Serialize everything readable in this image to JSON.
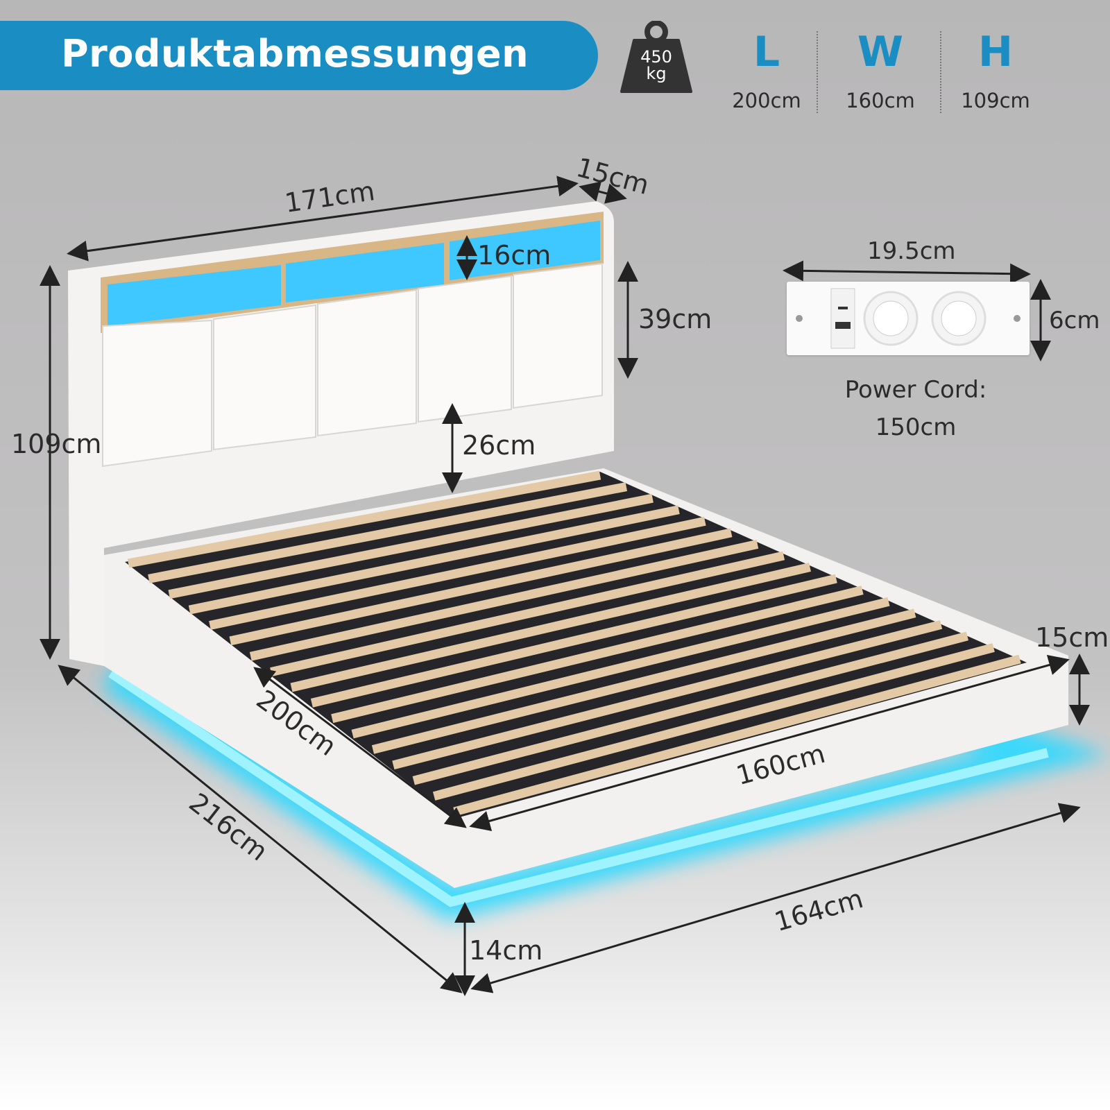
{
  "title": "Produktabmessungen",
  "weight_capacity": {
    "value": "450",
    "unit": "kg"
  },
  "overall_dimensions": [
    {
      "letter": "L",
      "value": "200cm"
    },
    {
      "letter": "W",
      "value": "160cm"
    },
    {
      "letter": "H",
      "value": "109cm"
    }
  ],
  "measurements": {
    "headboard_width": "171cm",
    "headboard_depth": "15cm",
    "shelf_height": "16cm",
    "headboard_panel_height": "39cm",
    "gap_height": "26cm",
    "total_height": "109cm",
    "frame_length": "200cm",
    "total_length": "216cm",
    "frame_width": "160cm",
    "total_width": "164cm",
    "frame_height": "15cm",
    "ground_clearance": "14cm"
  },
  "power_strip": {
    "width": "19.5cm",
    "height": "6cm",
    "cord_label": "Power Cord:",
    "cord_length": "150cm"
  },
  "colors": {
    "accent": "#1a8ec3",
    "led": "#2fd9ff"
  }
}
